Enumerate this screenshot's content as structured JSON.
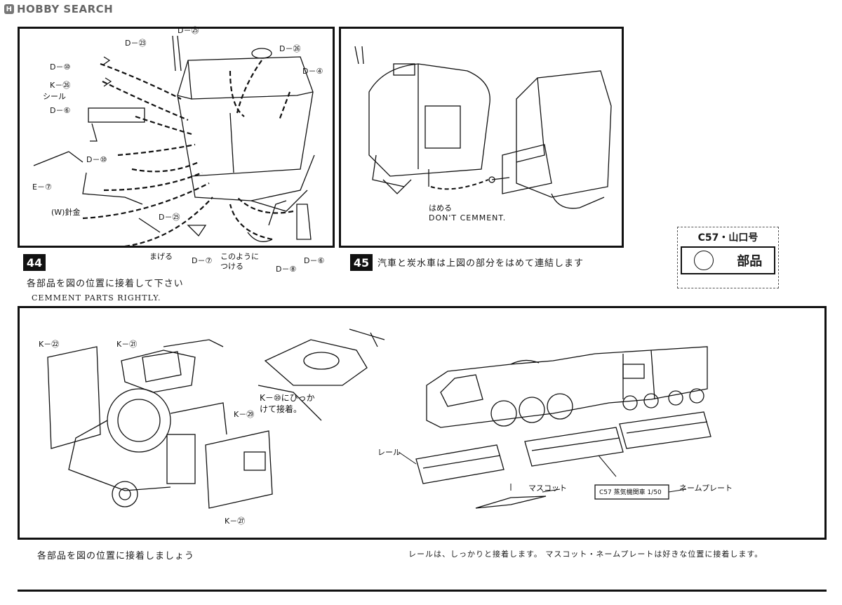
{
  "watermark": {
    "logo": "H",
    "text": "HOBBY SEARCH"
  },
  "step44": {
    "number": "44",
    "labels": {
      "d23": "D－㉓",
      "d25top": "D－㉕",
      "d26": "D－㉖",
      "d4": "D－④",
      "d10a": "D－⑩",
      "k26": "K－㉖",
      "seal": "シール",
      "d6a": "D－⑥",
      "d10b": "D－⑩",
      "e7": "E－⑦",
      "wire": "(W)針金",
      "d25b": "D－㉕",
      "bend": "まげる",
      "d7": "D－⑦",
      "attach": "このように\nつける",
      "d8": "D－⑧",
      "d6b": "D－⑥"
    },
    "caption_jp": "各部品を図の位置に接着して下さい",
    "caption_en": "CEMMENT PARTS RIGHTLY."
  },
  "step45": {
    "number": "45",
    "fit": "はめる",
    "dont": "DON'T CEMMENT.",
    "caption_jp": "汽車と炭水車は上図の部分をはめて連結します"
  },
  "parts": {
    "title": "C57・山口号",
    "word": "部品"
  },
  "bottom": {
    "labels": {
      "k22": "K－㉒",
      "k21": "K－㉑",
      "k10": "K－⑩にひっか\nけて接着。",
      "k29": "K－㉙",
      "k27": "K－㉗",
      "rail": "レール",
      "mascot": "マスコット",
      "nameplate": "ネームプレート",
      "plate_text": "C57 蒸気機関車 1/50"
    },
    "caption_left": "各部品を図の位置に接着しましょう",
    "caption_right": "レールは、しっかりと接着します。 マスコット・ネームプレートは好きな位置に接着します。"
  }
}
